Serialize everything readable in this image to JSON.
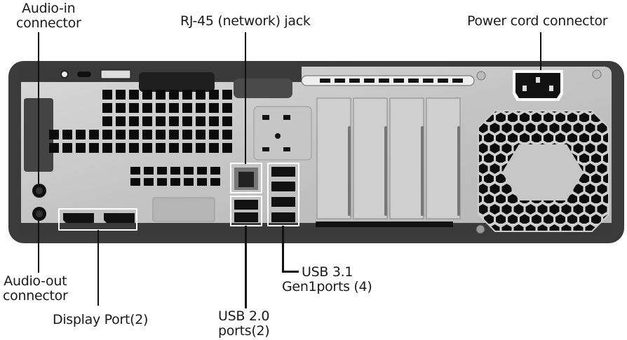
{
  "title": "Rear panel connectors",
  "labels": {
    "audio_in": [
      "Audio-in",
      "connector"
    ],
    "rj45": "RJ-45 (network) jack",
    "power": "Power cord connector",
    "audio_out": [
      "Audio-out",
      "connector"
    ],
    "display_port": "Display Port(2)",
    "usb20": [
      "USB 2.0",
      "ports(2)"
    ],
    "usb31": [
      "USB 3.1",
      "Gen1ports (4)"
    ]
  },
  "port_counts": {
    "display_port": 2,
    "usb20": 2,
    "usb31": 4,
    "audio_in": 1,
    "audio_out": 1,
    "rj45": 1,
    "power": 1
  },
  "colors": {
    "chassis": "#3a3a3a",
    "panel": "#c9c9c9",
    "vent": "#0d0d0d",
    "label_text": "#1a1a1a"
  }
}
